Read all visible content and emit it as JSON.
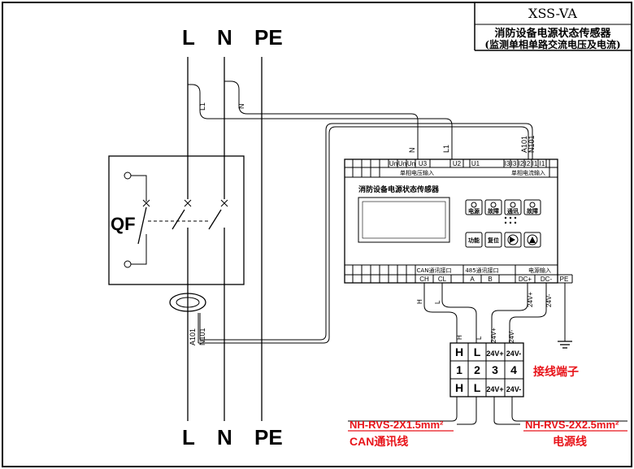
{
  "title_block": {
    "model": "XSS-VA",
    "name": "消防设备电源状态传感器",
    "subtitle": "(监测单相单路交流电压及电流)"
  },
  "buses": {
    "l": "L",
    "n": "N",
    "pe": "PE"
  },
  "wire_tags": {
    "l1": "L1",
    "n": "N",
    "a101": "A101",
    "n101": "N101"
  },
  "breaker": {
    "label": "QF"
  },
  "ct": {
    "a101": "A101",
    "n101": "N101"
  },
  "device": {
    "name": "消防设备电源状态传感器",
    "top_terminals": [
      "Un",
      "Un",
      "Un",
      "U3",
      "U2",
      "U1",
      "I3",
      "I3",
      "I2",
      "I2",
      "I1",
      "I1"
    ],
    "voltage_input_label": "单相电压输入",
    "current_input_label": "单相电流输入",
    "indicators": [
      "电源",
      "故障",
      "通讯",
      "故障"
    ],
    "buttons": [
      "功能",
      "复位"
    ],
    "can_label": "CAN通讯接口",
    "rs485_label": "485通讯接口",
    "power_label": "电源输入",
    "bottom_terminals": [
      "CH",
      "CL",
      "A",
      "B",
      "DC+",
      "DC-",
      "PE"
    ],
    "wire_marks": [
      "H",
      "L",
      "24V+",
      "24V-"
    ]
  },
  "terminal_block": {
    "row_top": [
      "H",
      "L",
      "24V+",
      "24V-"
    ],
    "row_mid": [
      "1",
      "2",
      "3",
      "4"
    ],
    "row_bottom": [
      "H",
      "L",
      "24V+",
      "24V-"
    ],
    "label": "接线端子",
    "wire_marks": [
      "H",
      "L",
      "24V+",
      "24V-"
    ]
  },
  "cables": {
    "can_spec": "NH-RVS-2X1.5mm²",
    "can_label": "CAN通讯线",
    "power_spec": "NH-RVS-2X2.5mm²",
    "power_label": "电源线"
  },
  "colors": {
    "line": "#000000",
    "annotation": "#e8141a"
  }
}
